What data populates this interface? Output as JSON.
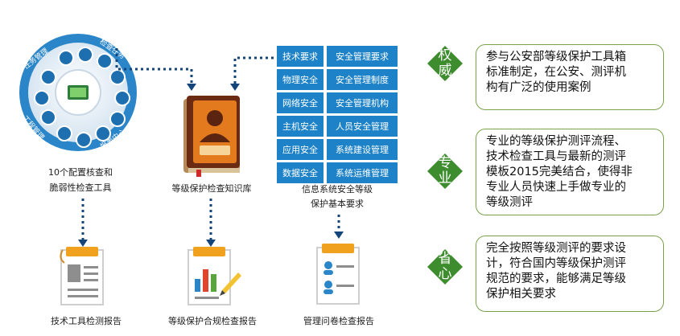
{
  "left_tool": {
    "caption_line1": "10个配置核查和",
    "caption_line2": "脆弱性检查工具",
    "ring_labels": [
      "任务管理",
      "检查任务",
      "工程管理",
      "报表中心"
    ]
  },
  "knowledge_base": {
    "caption": "等级保护检查知识库"
  },
  "requirements": {
    "cells": [
      "技术要求",
      "安全管理要求",
      "物理安全",
      "安全管理制度",
      "网络安全",
      "安全管理机构",
      "主机安全",
      "人员安全管理",
      "应用安全",
      "系统建设管理",
      "数据安全",
      "系统运维管理"
    ],
    "caption_line1": "信息系统安全等级",
    "caption_line2": "保护基本要求"
  },
  "reports": [
    {
      "caption": "技术工具检测报告"
    },
    {
      "caption": "等级保护合规检查报告"
    },
    {
      "caption": "管理问卷检查报告"
    }
  ],
  "advantages": [
    {
      "badge_line1": "权",
      "badge_line2": "威",
      "text": [
        "参与公安部等级保护工具箱",
        "标准制定，在公安、测评机",
        "构有广泛的使用案例"
      ]
    },
    {
      "badge_line1": "专",
      "badge_line2": "业",
      "text": [
        "专业的等级保护测评流程、",
        "技术检查工具与最新的测评",
        "模板2015完美结合，使得非",
        "专业人员快速上手做专业的",
        "等级测评"
      ]
    },
    {
      "badge_line1": "省",
      "badge_line2": "心",
      "text": [
        "完全按照等级测评的要求设",
        "计，符合国内等级保护测评",
        "规范的要求，能够满足等级",
        "保护相关要求"
      ]
    }
  ],
  "colors": {
    "blue": "#1d82c8",
    "green": "#3d8c2e",
    "navy": "#14457a",
    "orange": "#f0a21e"
  }
}
